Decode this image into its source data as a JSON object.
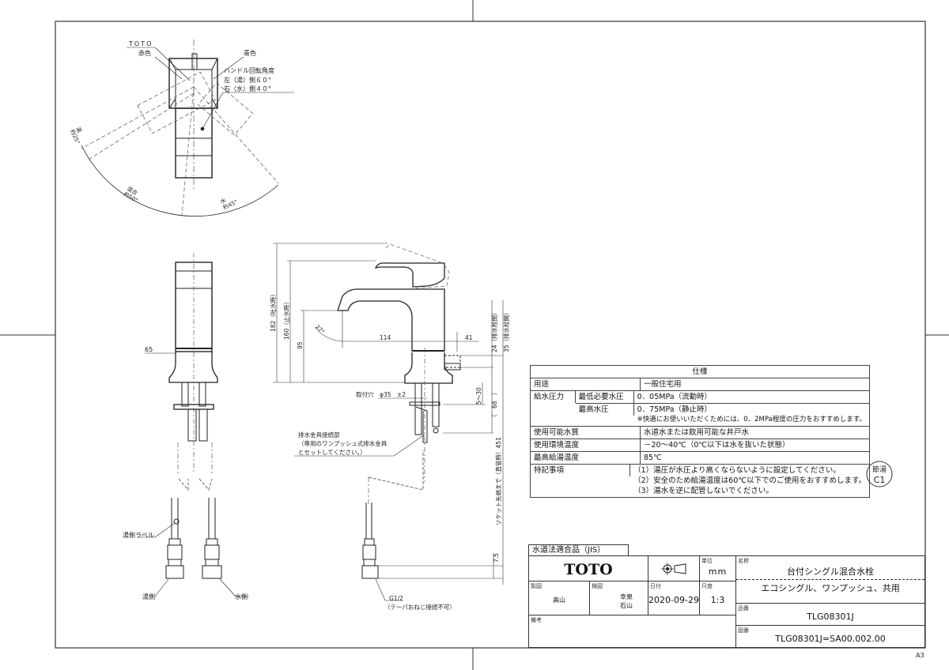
{
  "drawing": {
    "top_view": {
      "brand_label": "TOTO",
      "red_label": "赤色",
      "blue_label": "青色",
      "rotation_title": "ハンドル回転角度",
      "rotation_left": "左（湯）側６０°",
      "rotation_right": "右（水）側４０°",
      "hot_angle_label": "湯",
      "hot_angle": "約25°",
      "mix_angle_label": "混合",
      "mix_angle": "約50°",
      "cold_angle_label": "水",
      "cold_angle": "約45°"
    },
    "front_view": {
      "width_dim": "65",
      "hot_label_callout": "湯側ラベル",
      "hot_side": "湯側",
      "cold_side": "水側"
    },
    "side_view": {
      "height_open": "182（吐水時）",
      "height_closed": "160（止水時）",
      "spout_height": "95",
      "spout_angle": "27°",
      "spout_reach": "114",
      "drain_offset": "41",
      "drain_closed": "24（排水栓閉）",
      "drain_open": "35（排水栓開）",
      "mount_hole": "取付穴　φ35　±2",
      "counter_thickness": "5～30",
      "shank_length": "（　68　）",
      "drain_note_1": "排水金具接続部",
      "drain_note_2": "（専用のワンプッシュ式排水金具",
      "drain_note_3": "とセットしてください。）",
      "socket_length": "ソケット先端まで（直管時）451",
      "fitting_dim": "7.5",
      "thread": "G1/2",
      "thread_note": "（テーパおねじ接続不可）"
    },
    "eco_stamp": [
      "節湯",
      "C1"
    ],
    "sheet_size": "A3"
  },
  "spec_table": {
    "title": "仕様",
    "rows": {
      "use_label": "用途",
      "use_value": "一般住宅用",
      "pressure_label": "給水圧力",
      "min_pressure_label": "最低必要水圧",
      "min_pressure_value": "0．05MPa（流動時）",
      "max_pressure_label": "最高水圧",
      "max_pressure_value": "0．75MPa（静止時）",
      "pressure_note": "※快適にお使いいただくためには、0．2MPa程度の圧力をおすすめします。",
      "water_label": "使用可能水質",
      "water_value": "水道水または飲用可能な井戸水",
      "env_temp_label": "使用環境温度",
      "env_temp_value": "－20～40℃（0℃以下は水を抜いた状態）",
      "max_hot_label": "最高給湯温度",
      "max_hot_value": "85℃",
      "notes_label": "特記事項",
      "notes": [
        "（1）湯圧が水圧より高くならないように設定してください。",
        "（2）安全のため給湯温度は60℃以下でのご使用をおすすめします。",
        "（3）湯水を逆に配管しないでください。"
      ]
    }
  },
  "title_block": {
    "compliance": "水道法適合品（JIS）",
    "brand": "TOTO",
    "projection_icon": "third-angle-projection-icon",
    "unit_label": "単位",
    "unit": "mm",
    "name_label": "名称",
    "name": "台付シングル混合水栓",
    "subtitle": "エコシングル、ワンプッシュ、共用",
    "drawn_label": "製図",
    "drawn_by": "高山",
    "checked_label": "検図",
    "checked_by_1": "幸泉",
    "checked_by_2": "石山",
    "date_label": "日付",
    "date": "2020-09-29",
    "scale_label": "尺度",
    "scale": "1:3",
    "remarks_label": "備考",
    "product_no_label": "品番",
    "product_no": "TLG08301J",
    "drawing_no_label": "図番",
    "drawing_no": "TLG08301J=SA00.002.00"
  }
}
